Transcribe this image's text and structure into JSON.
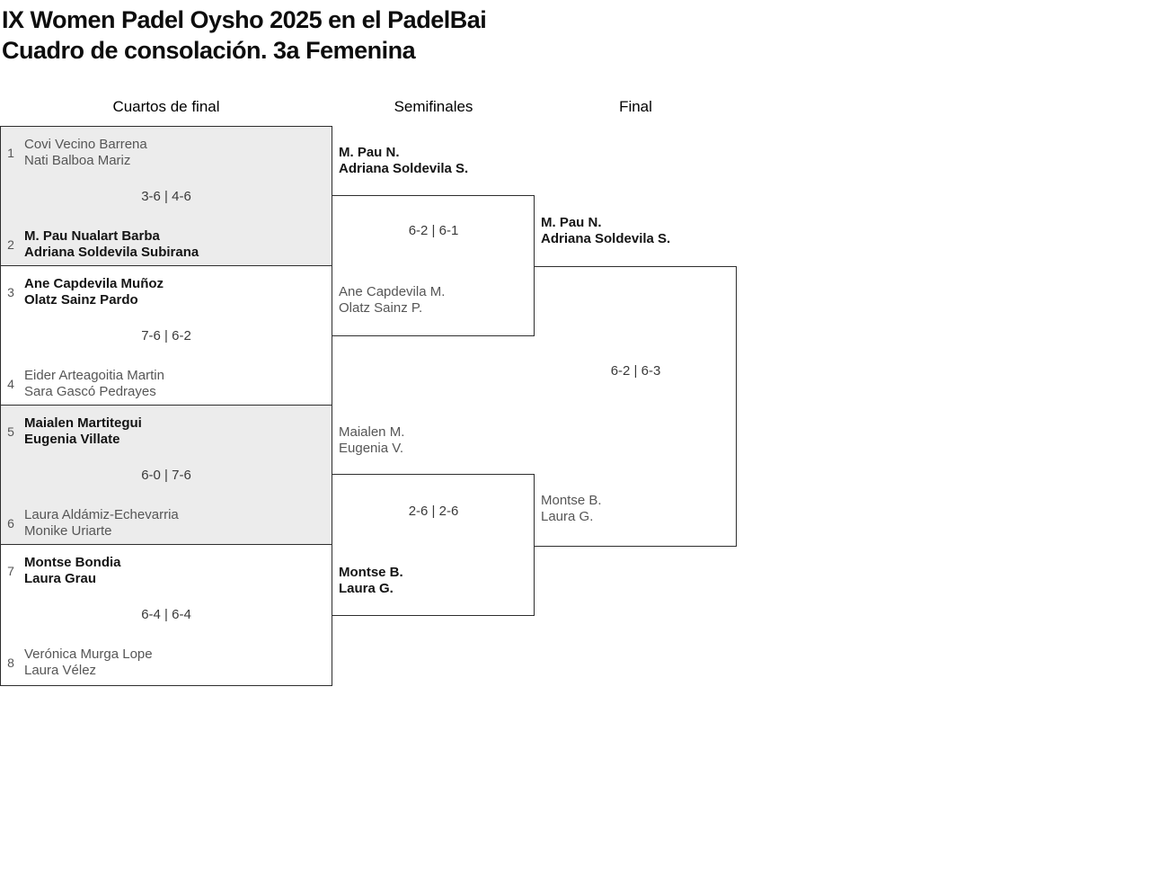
{
  "colors": {
    "page-bg": "#ffffff",
    "shaded-bg": "#ececec",
    "border": "#2e2e2e",
    "winner-text": "#141414",
    "loser-text": "#565656",
    "score-text": "#3a3a3a",
    "seed-text": "#555555",
    "title-text": "#0d0d0d"
  },
  "title": {
    "line1": "IX Women Padel Oysho 2025 en el PadelBai",
    "line2": "Cuadro de consolación. 3a Femenina"
  },
  "round_headers": [
    "Cuartos de final",
    "Semifinales",
    "Final"
  ],
  "matches": {
    "qf": [
      {
        "score": "3-6 | 4-6",
        "top": {
          "seed": "1",
          "players": [
            "Covi Vecino Barrena",
            "Nati Balboa Mariz"
          ],
          "winner": false
        },
        "bottom": {
          "seed": "2",
          "players": [
            "M. Pau Nualart Barba",
            "Adriana Soldevila Subirana"
          ],
          "winner": true
        }
      },
      {
        "score": "7-6 | 6-2",
        "top": {
          "seed": "3",
          "players": [
            "Ane Capdevila Muñoz",
            "Olatz Sainz Pardo"
          ],
          "winner": true
        },
        "bottom": {
          "seed": "4",
          "players": [
            "Eider Arteagoitia Martin",
            "Sara Gascó Pedrayes"
          ],
          "winner": false
        }
      },
      {
        "score": "6-0 | 7-6",
        "top": {
          "seed": "5",
          "players": [
            "Maialen Martitegui",
            "Eugenia Villate"
          ],
          "winner": true
        },
        "bottom": {
          "seed": "6",
          "players": [
            "Laura Aldámiz-Echevarria",
            "Monike Uriarte"
          ],
          "winner": false
        }
      },
      {
        "score": "6-4 | 6-4",
        "top": {
          "seed": "7",
          "players": [
            "Montse Bondia",
            "Laura Grau"
          ],
          "winner": true
        },
        "bottom": {
          "seed": "8",
          "players": [
            "Verónica Murga Lope",
            "Laura Vélez"
          ],
          "winner": false
        }
      }
    ],
    "sf": [
      {
        "score": "6-2 | 6-1",
        "top": {
          "players": [
            "M. Pau N.",
            "Adriana Soldevila S."
          ],
          "winner": true
        },
        "bottom": {
          "players": [
            "Ane Capdevila M.",
            "Olatz Sainz P."
          ],
          "winner": false
        }
      },
      {
        "score": "2-6 | 2-6",
        "top": {
          "players": [
            "Maialen M.",
            "Eugenia V."
          ],
          "winner": false
        },
        "bottom": {
          "players": [
            "Montse B.",
            "Laura G."
          ],
          "winner": true
        }
      }
    ],
    "final": {
      "score": "6-2 | 6-3",
      "top": {
        "players": [
          "M. Pau N.",
          "Adriana Soldevila S."
        ],
        "winner": true
      },
      "bottom": {
        "players": [
          "Montse B.",
          "Laura G."
        ],
        "winner": false
      }
    }
  }
}
